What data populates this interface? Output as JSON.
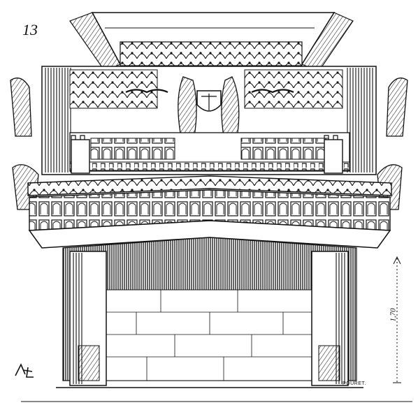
{
  "plate": {
    "number": "13",
    "engraver_signature": "POURET.",
    "dimension_label": "1,70"
  }
}
